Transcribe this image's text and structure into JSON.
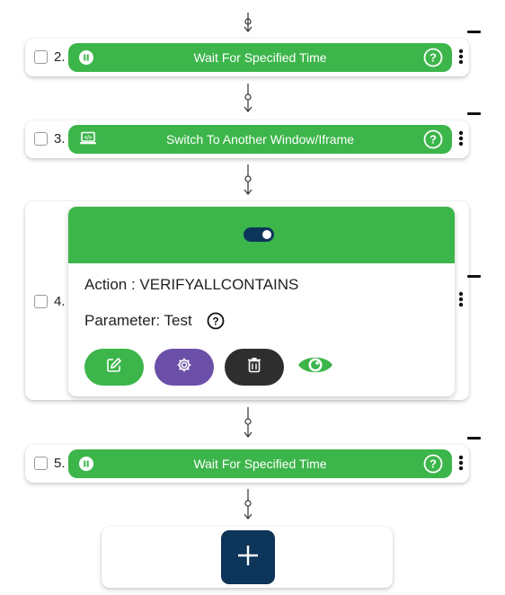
{
  "steps": [
    {
      "number": "2.",
      "label": "Wait For Specified Time",
      "icon": "pause-icon"
    },
    {
      "number": "3.",
      "label": "Switch To Another Window/Iframe",
      "icon": "laptop-icon"
    },
    {
      "number": "4.",
      "action": "Action : VERIFYALLCONTAINS",
      "parameter": "Parameter: Test"
    },
    {
      "number": "5.",
      "label": "Wait For Specified Time",
      "icon": "pause-icon"
    }
  ],
  "colors": {
    "step_green": "#3cb54a",
    "navy": "#0d3559",
    "settings_purple": "#6c4fa8",
    "delete_dark": "#2e2e2e"
  },
  "icons": [
    "connector-icon",
    "pause-icon",
    "laptop-icon",
    "help-icon",
    "kebab-menu-icon",
    "toggle-switch",
    "edit-icon",
    "gear-icon",
    "trash-icon",
    "eye-icon",
    "plus-icon"
  ]
}
